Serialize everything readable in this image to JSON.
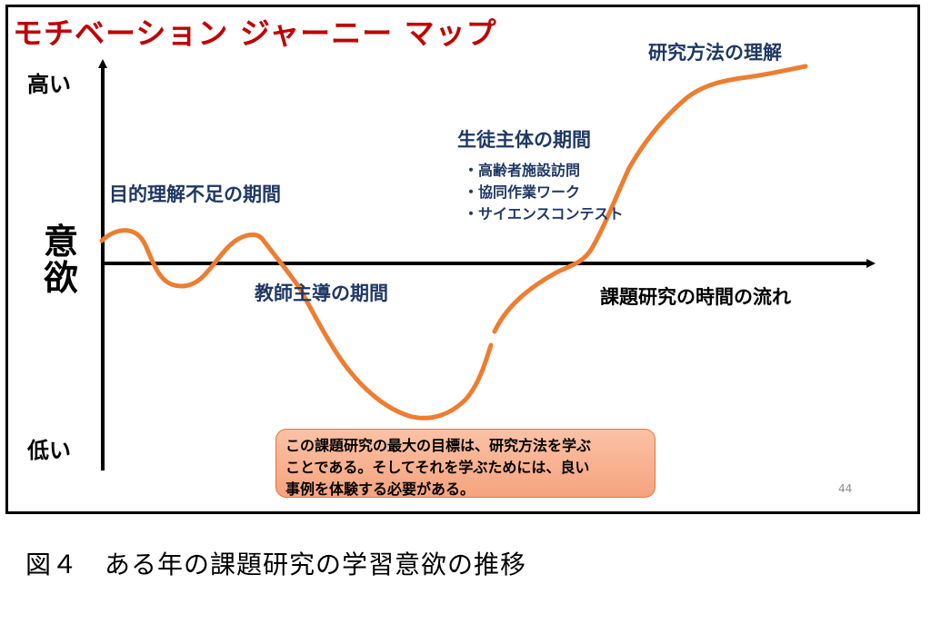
{
  "slide": {
    "title": "モチベーション ジャーニー マップ",
    "y_axis_title_line1": "意",
    "y_axis_title_line2": "欲",
    "y_high": "高い",
    "y_low": "低い",
    "x_axis_label": "課題研究の時間の流れ",
    "phase_1": "目的理解不足の期間",
    "phase_2": "教師主導の期間",
    "phase_3": "生徒主体の期間",
    "phase_3_items": [
      "・高齢者施設訪問",
      "・協同作業ワーク",
      "・サイエンスコンテスト"
    ],
    "phase_4": "研究方法の理解",
    "note_line1": "この課題研究の最大の目標は、研究方法を学ぶ",
    "note_line2": "ことである。そしてそれを学ぶためには、良い",
    "note_line3": "事例を体験する必要がある。",
    "page_number": "44"
  },
  "caption": "図４　ある年の課題研究の学習意欲の推移",
  "colors": {
    "title": "#c00000",
    "phase_text": "#1f3864",
    "curve": "#ed7d31",
    "axis": "#000000",
    "note_fill": "#f8b08e"
  }
}
